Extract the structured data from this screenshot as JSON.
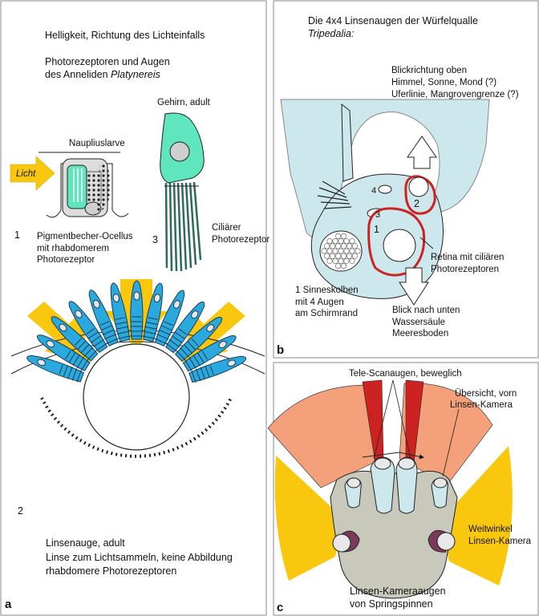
{
  "panel_a": {
    "panel_label": "a",
    "heading": "Helligkeit, Richtung des Lichteinfalls",
    "subheading_line1": "Photorezeptoren und Augen",
    "subheading_line2_prefix": "des Anneliden ",
    "subheading_line2_species": "Platynereis",
    "nauplius_label": "Naupliuslarve",
    "light_label": "Licht",
    "label_1": "1",
    "ocellus_line1": "Pigmentbecher-Ocellus",
    "ocellus_line2": "mit rhabdomerem",
    "ocellus_line3": "Photorezeptor",
    "brain_label": "Gehirn, adult",
    "label_3": "3",
    "ciliary_line1": "Ciliärer",
    "ciliary_line2": "Photorezeptor",
    "label_2": "2",
    "lens_eye_line1": "Linsenauge, adult",
    "lens_eye_line2": "Linse zum Lichtsammeln, keine Abbildung",
    "lens_eye_line3": "rhabdomere Photorezeptoren"
  },
  "panel_b": {
    "panel_label": "b",
    "title_line1": "Die 4x4 Linsenaugen der Würfelqualle",
    "title_line2": "Tripedalia:",
    "up_line1": "Blickrichtung oben",
    "up_line2": "Himmel, Sonne, Mond (?)",
    "up_line3": "Uferlinie, Mangrovengrenze (?)",
    "num_4": "4",
    "num_3": "3",
    "num_2": "2",
    "num_1": "1",
    "retina_line1": "Retina mit ciliären",
    "retina_line2": "Photorezeptoren",
    "rhopalium_line1": "1 Sinneskolben",
    "rhopalium_line2": "mit 4 Augen",
    "rhopalium_line3": "am Schirmrand",
    "down_line1": "Blick nach unten",
    "down_line2": "Wassersäule",
    "down_line3": "Meeresboden"
  },
  "panel_c": {
    "panel_label": "c",
    "tele_label": "Tele-Scanaugen, beweglich",
    "overview_line1": "Übersicht, vorn",
    "overview_line2": "Linsen-Kamera",
    "wide_line1": "Weitwinkel",
    "wide_line2": "Linsen-Kamera",
    "bottom_line1": "Linsen-Kameraaugen",
    "bottom_line2": "von Springspinnen"
  },
  "colors": {
    "arrow_yellow": "#f9c80e",
    "turquoise": "#5fe6be",
    "blue": "#29a9dd",
    "pale_cyan": "#cde8ec",
    "retina_red": "#cc2222",
    "peach": "#f4a07a",
    "spider_grey": "#c8c8bb",
    "frame": "#888888"
  }
}
